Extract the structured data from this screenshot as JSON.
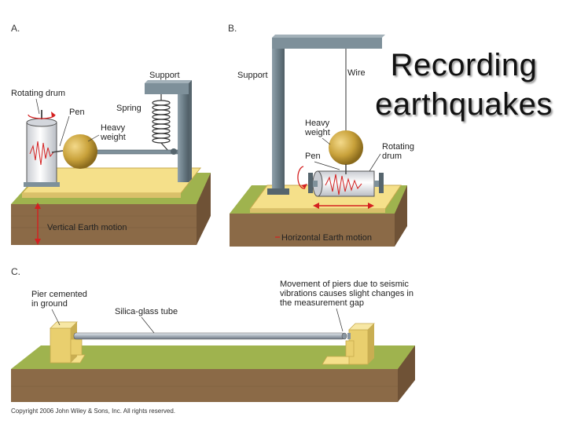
{
  "title": {
    "line1": "Recording",
    "line2": "earthquakes"
  },
  "panel_a": {
    "letter": "A.",
    "support": "Support",
    "rotating_drum": "Rotating drum",
    "pen": "Pen",
    "spring": "Spring",
    "heavy": "Heavy",
    "weight": "weight",
    "motion": "Vertical Earth motion"
  },
  "panel_b": {
    "letter": "B.",
    "support": "Support",
    "wire": "Wire",
    "heavy": "Heavy",
    "weight": "weight",
    "rotating": "Rotating",
    "drum": "drum",
    "pen": "Pen",
    "motion": "Horizontal Earth motion"
  },
  "panel_c": {
    "letter": "C.",
    "pier_1": "Pier cemented",
    "pier_2": "in ground",
    "tube": "Silica-glass tube",
    "movement_1": "Movement of piers due to seismic",
    "movement_2": "vibrations causes slight changes in",
    "movement_3": "the measurement gap"
  },
  "copyright": "Copyright 2006 John Wiley & Sons, Inc. All rights reserved.",
  "colors": {
    "soil": "#8b6a47",
    "grass": "#9fb34e",
    "pad": "#f5e08a",
    "support": "#6d7f89",
    "weight": "#c9a23b",
    "trace": "#d42020"
  }
}
